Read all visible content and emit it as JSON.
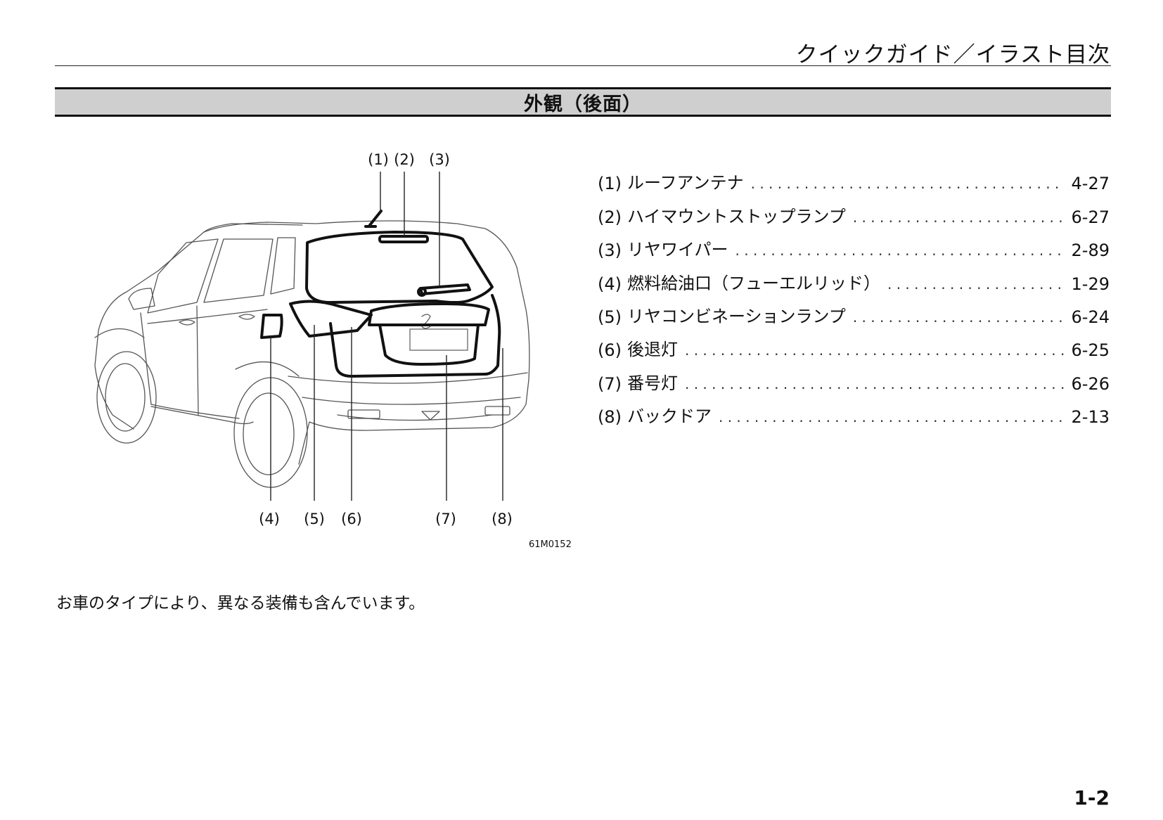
{
  "header": {
    "title": "クイックガイド／イラスト目次"
  },
  "section": {
    "title": "外観（後面）"
  },
  "figure": {
    "code": "61M0152",
    "callouts_top": [
      "(1)",
      "(2)",
      "(3)"
    ],
    "callouts_bottom": [
      "(4)",
      "(5)",
      "(6)",
      "(7)",
      "(8)"
    ]
  },
  "parts": [
    {
      "num": "(1)",
      "name": "ルーフアンテナ",
      "page": "4-27"
    },
    {
      "num": "(2)",
      "name": "ハイマウントストップランプ",
      "page": "6-27"
    },
    {
      "num": "(3)",
      "name": "リヤワイパー",
      "page": "2-89"
    },
    {
      "num": "(4)",
      "name": "燃料給油口（フューエルリッド）",
      "page": "1-29"
    },
    {
      "num": "(5)",
      "name": "リヤコンビネーションランプ",
      "page": "6-24"
    },
    {
      "num": "(6)",
      "name": "後退灯",
      "page": "6-25"
    },
    {
      "num": "(7)",
      "name": "番号灯",
      "page": "6-26"
    },
    {
      "num": "(8)",
      "name": "バックドア",
      "page": "2-13"
    }
  ],
  "note": "お車のタイプにより、異なる装備も含んでいます。",
  "page_number": "1-2"
}
